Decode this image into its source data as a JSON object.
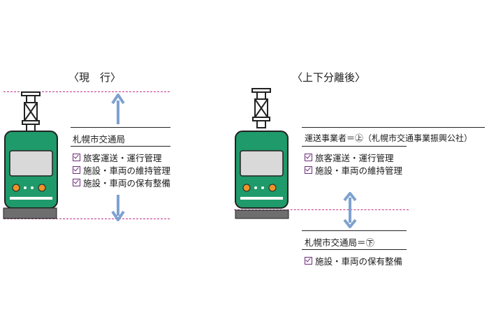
{
  "current": {
    "heading": "〈現　行〉",
    "entity": "札幌市交通局",
    "items": [
      "旅客運送・運行管理",
      "施設・車両の維持管理",
      "施設・車両の保有整備"
    ]
  },
  "after": {
    "heading": "〈上下分離後〉",
    "upper_entity": "運送事業者＝㊤（札幌市交通事業振興公社）",
    "upper_items": [
      "旅客運送・運行管理",
      "施設・車両の維持管理"
    ],
    "lower_entity": "札幌市交通局＝㊦",
    "lower_items": [
      "施設・車両の保有整備"
    ]
  },
  "colors": {
    "tram_body": "#1f9a6a",
    "tram_window": "#d9d9d9",
    "lamp": "#f0932b",
    "rail": "#6e6e6e",
    "arrow": "#7ea2cf",
    "dashed_line": "#c0338a",
    "checkbox": "#6b2d7a"
  }
}
